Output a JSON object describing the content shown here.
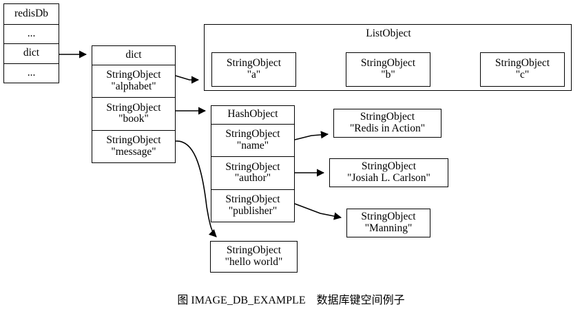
{
  "figure": {
    "caption": "图 IMAGE_DB_EXAMPLE　数据库键空间例子",
    "background_color": "#ffffff",
    "stroke_color": "#000000"
  },
  "redis_db": {
    "title": "redisDb",
    "rows": [
      {
        "label": "..."
      },
      {
        "label": "dict"
      },
      {
        "label": "..."
      }
    ]
  },
  "dict": {
    "title": "dict",
    "entries": [
      {
        "type": "StringObject",
        "value": "\"alphabet\""
      },
      {
        "type": "StringObject",
        "value": "\"book\""
      },
      {
        "type": "StringObject",
        "value": "\"message\""
      }
    ]
  },
  "list_object": {
    "title": "ListObject",
    "items": [
      {
        "type": "StringObject",
        "value": "\"a\""
      },
      {
        "type": "StringObject",
        "value": "\"b\""
      },
      {
        "type": "StringObject",
        "value": "\"c\""
      }
    ]
  },
  "hash_object": {
    "title": "HashObject",
    "fields": [
      {
        "type": "StringObject",
        "value": "\"name\""
      },
      {
        "type": "StringObject",
        "value": "\"author\""
      },
      {
        "type": "StringObject",
        "value": "\"publisher\""
      }
    ]
  },
  "values": {
    "name": {
      "type": "StringObject",
      "value": "\"Redis in Action\""
    },
    "author": {
      "type": "StringObject",
      "value": "\"Josiah L. Carlson\""
    },
    "publisher": {
      "type": "StringObject",
      "value": "\"Manning\""
    },
    "message": {
      "type": "StringObject",
      "value": "\"hello world\""
    }
  }
}
